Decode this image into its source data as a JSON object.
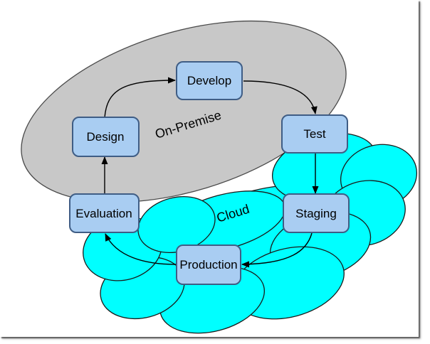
{
  "diagram": {
    "regions": {
      "on_premise": {
        "label": "On-Premise",
        "fill": "#c8c8c8",
        "stroke": "#4a4a4a"
      },
      "cloud": {
        "label": "Cloud",
        "fill": "#00ffff",
        "stroke": "#1a1a1a"
      }
    },
    "nodes": [
      {
        "id": "develop",
        "label": "Develop"
      },
      {
        "id": "design",
        "label": "Design"
      },
      {
        "id": "test",
        "label": "Test"
      },
      {
        "id": "evaluation",
        "label": "Evaluation"
      },
      {
        "id": "staging",
        "label": "Staging"
      },
      {
        "id": "production",
        "label": "Production"
      }
    ],
    "node_style": {
      "fill": "#a9cdf2",
      "stroke": "#3f5d85",
      "text_color": "#000000"
    },
    "edges": [
      {
        "from": "Design",
        "to": "Develop"
      },
      {
        "from": "Develop",
        "to": "Test"
      },
      {
        "from": "Test",
        "to": "Staging"
      },
      {
        "from": "Staging",
        "to": "Production"
      },
      {
        "from": "Production",
        "to": "Evaluation"
      },
      {
        "from": "Evaluation",
        "to": "Design"
      }
    ],
    "arrow_color": "#000000"
  }
}
